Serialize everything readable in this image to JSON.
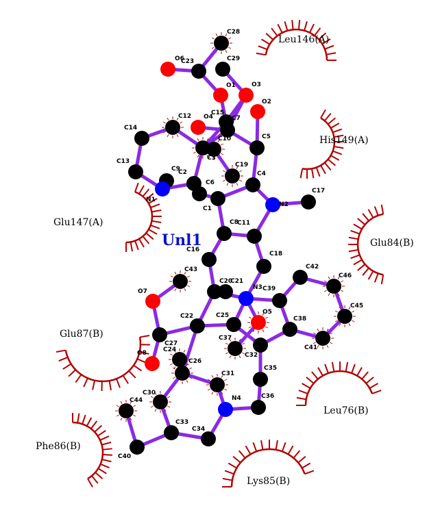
{
  "ligand": {
    "name": "Unl1"
  },
  "colors": {
    "bond": "#8a2be2",
    "carbon": "#000000",
    "oxygen": "#ff0000",
    "nitrogen": "#0000ff",
    "hydrophobic_arc": "#b30000",
    "ligand_label": "#0a14c8"
  },
  "atoms": [
    {
      "id": "C28",
      "el": "C"
    },
    {
      "id": "O6",
      "el": "O"
    },
    {
      "id": "C23",
      "el": "C"
    },
    {
      "id": "C29",
      "el": "C"
    },
    {
      "id": "O1",
      "el": "O"
    },
    {
      "id": "O3",
      "el": "O"
    },
    {
      "id": "O2",
      "el": "O"
    },
    {
      "id": "C12",
      "el": "C"
    },
    {
      "id": "O4",
      "el": "O"
    },
    {
      "id": "C15",
      "el": "C"
    },
    {
      "id": "C7",
      "el": "C"
    },
    {
      "id": "C14",
      "el": "C"
    },
    {
      "id": "C10",
      "el": "C"
    },
    {
      "id": "C5",
      "el": "C"
    },
    {
      "id": "C3",
      "el": "C"
    },
    {
      "id": "C13",
      "el": "C"
    },
    {
      "id": "C19",
      "el": "C"
    },
    {
      "id": "C9",
      "el": "C"
    },
    {
      "id": "C2",
      "el": "C"
    },
    {
      "id": "C4",
      "el": "C"
    },
    {
      "id": "N1",
      "el": "N"
    },
    {
      "id": "C6",
      "el": "C"
    },
    {
      "id": "C1",
      "el": "C"
    },
    {
      "id": "N2",
      "el": "N"
    },
    {
      "id": "C17",
      "el": "C"
    },
    {
      "id": "C8",
      "el": "C"
    },
    {
      "id": "C11",
      "el": "C"
    },
    {
      "id": "C16",
      "el": "C"
    },
    {
      "id": "C18",
      "el": "C"
    },
    {
      "id": "C43",
      "el": "C"
    },
    {
      "id": "C20",
      "el": "C"
    },
    {
      "id": "C21",
      "el": "C"
    },
    {
      "id": "N3",
      "el": "N"
    },
    {
      "id": "C39",
      "el": "C"
    },
    {
      "id": "C42",
      "el": "C"
    },
    {
      "id": "C46",
      "el": "C"
    },
    {
      "id": "O7",
      "el": "O"
    },
    {
      "id": "C45",
      "el": "C"
    },
    {
      "id": "O5",
      "el": "O"
    },
    {
      "id": "C22",
      "el": "C"
    },
    {
      "id": "C25",
      "el": "C"
    },
    {
      "id": "C38",
      "el": "C"
    },
    {
      "id": "C27",
      "el": "C"
    },
    {
      "id": "C37",
      "el": "C"
    },
    {
      "id": "C41",
      "el": "C"
    },
    {
      "id": "C24",
      "el": "C"
    },
    {
      "id": "C32",
      "el": "C"
    },
    {
      "id": "O8",
      "el": "O"
    },
    {
      "id": "C26",
      "el": "C"
    },
    {
      "id": "C35",
      "el": "C"
    },
    {
      "id": "C31",
      "el": "C"
    },
    {
      "id": "C30",
      "el": "C"
    },
    {
      "id": "C44",
      "el": "C"
    },
    {
      "id": "N4",
      "el": "N"
    },
    {
      "id": "C36",
      "el": "C"
    },
    {
      "id": "C33",
      "el": "C"
    },
    {
      "id": "C34",
      "el": "C"
    },
    {
      "id": "C40",
      "el": "C"
    }
  ],
  "residues": [
    {
      "name": "Leu146(A)"
    },
    {
      "name": "His149(A)"
    },
    {
      "name": "Glu147(A)"
    },
    {
      "name": "Glu84(B)"
    },
    {
      "name": "Glu87(B)"
    },
    {
      "name": "Leu76(B)"
    },
    {
      "name": "Phe86(B)"
    },
    {
      "name": "Lys85(B)"
    }
  ]
}
